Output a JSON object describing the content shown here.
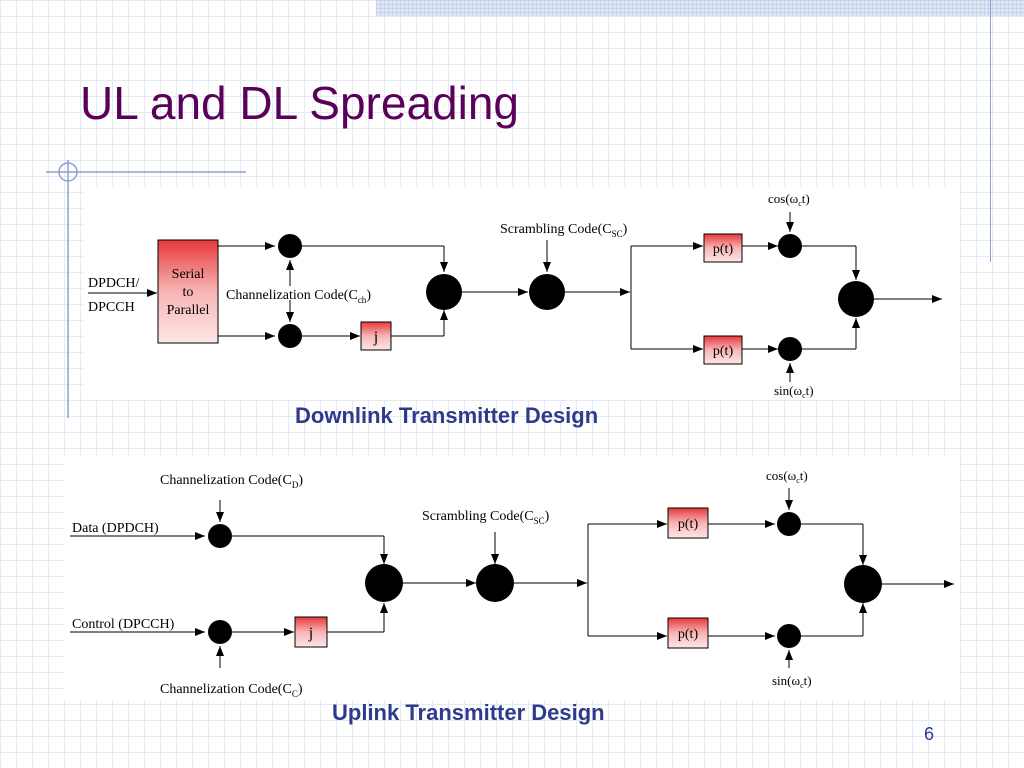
{
  "slide": {
    "title": "UL and DL Spreading",
    "page_number": "6"
  },
  "downlink": {
    "caption": "Downlink Transmitter Design",
    "input_label_line1": "DPDCH/",
    "input_label_line2": "DPCCH",
    "serial_to_parallel": [
      "Serial",
      "to",
      "Parallel"
    ],
    "channelization_label": "Channelization Code(C",
    "channelization_sub": "ch",
    "j_label": "j",
    "scrambling_label": "Scrambling Code(C",
    "scrambling_sub": "SC",
    "pulse_label": "p(t)",
    "cos_label_pre": "cos(",
    "sin_label_pre": "sin(",
    "omega": "ω",
    "carrier_sub": "c",
    "carrier_suffix": "t)"
  },
  "uplink": {
    "caption": "Uplink Transmitter Design",
    "data_label": "Data (DPDCH)",
    "control_label": "Control (DPCCH)",
    "chan_top_label": "Channelization Code(C",
    "chan_top_sub": "D",
    "chan_bottom_label": "Channelization Code(C",
    "chan_bottom_sub": "C",
    "j_label": "j",
    "scrambling_label": "Scrambling Code(C",
    "scrambling_sub": "SC",
    "pulse_label": "p(t)",
    "cos_label_pre": "cos(",
    "sin_label_pre": "sin(",
    "omega": "ω",
    "carrier_sub": "c",
    "carrier_suffix": "t)"
  },
  "colors": {
    "title": "#5a005a",
    "caption": "#2e3b8c",
    "block_red": "#e8383a",
    "line": "#000000"
  }
}
